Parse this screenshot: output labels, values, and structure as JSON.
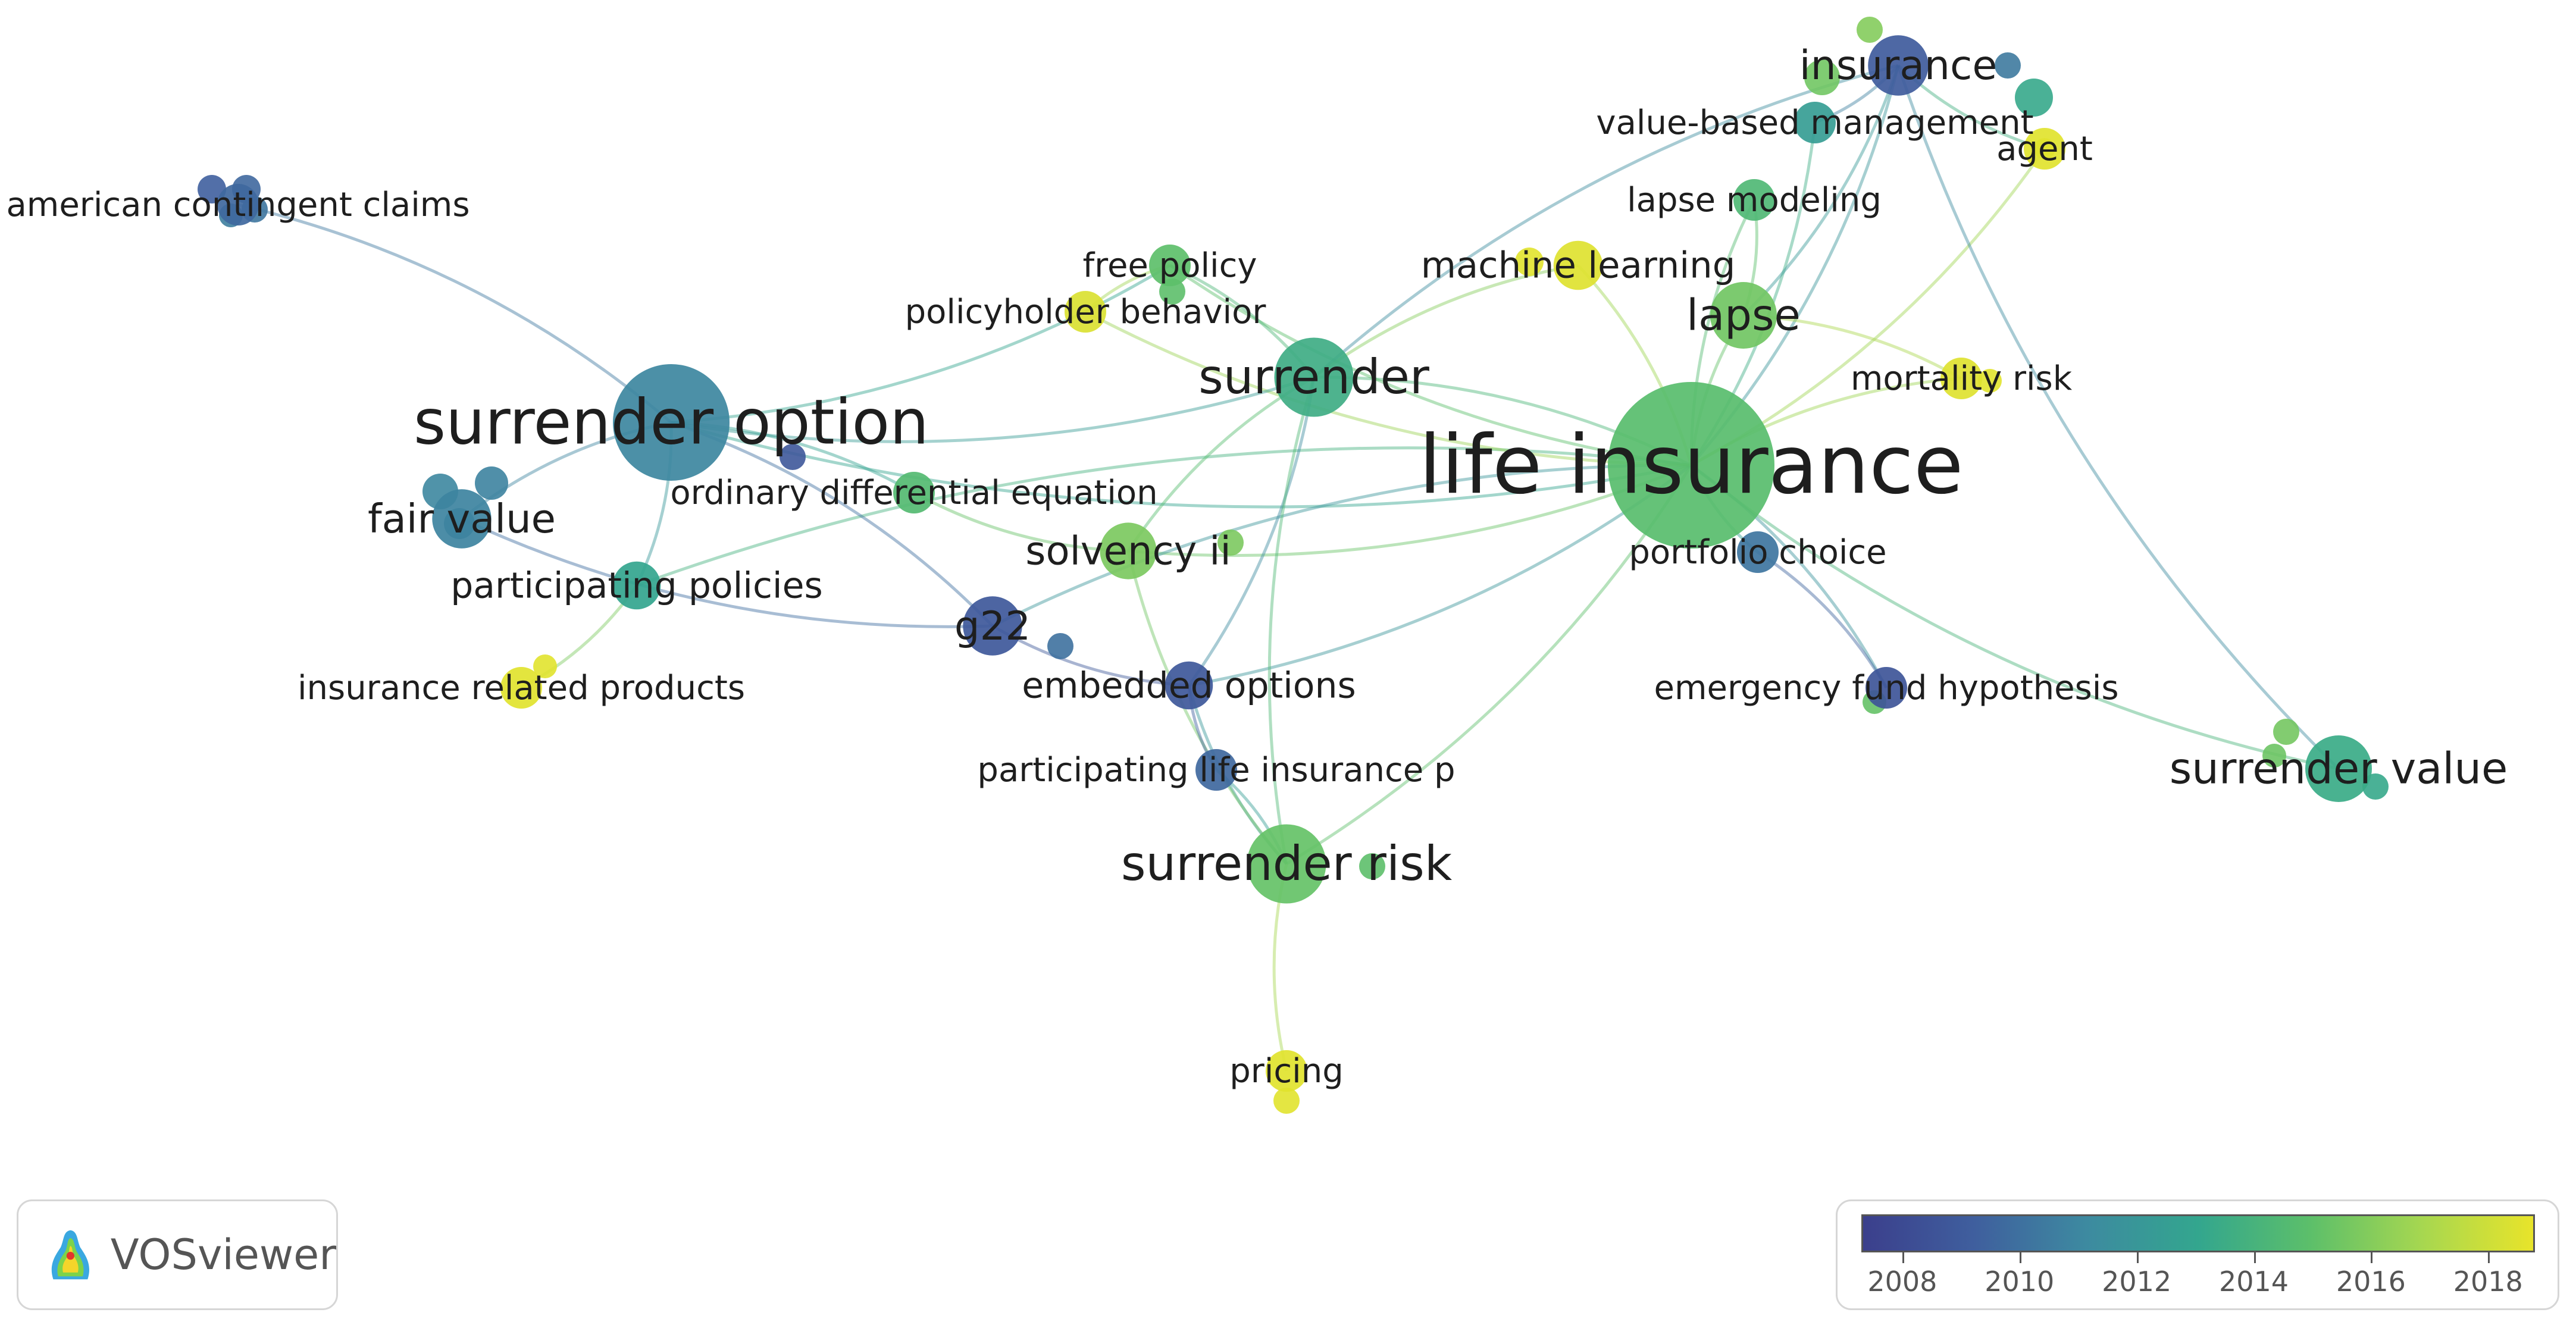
{
  "app": {
    "brand_name": "VOSviewer",
    "brand_logo_icon": "vosviewer-logo-icon"
  },
  "legend": {
    "title": "",
    "min_year": 2007.3,
    "max_year": 2018.8,
    "ticks": [
      2008,
      2010,
      2012,
      2014,
      2016,
      2018
    ],
    "colors": [
      "#3b3f8c",
      "#3f5f9e",
      "#3d8aa0",
      "#33a68e",
      "#5cbf6a",
      "#a6d750",
      "#e8e42a"
    ]
  },
  "network": {
    "nodes": [
      {
        "id": "life_insurance",
        "label": "life insurance",
        "weight": 12,
        "year": 2014.8
      },
      {
        "id": "surrender_option",
        "label": "surrender option",
        "weight": 8,
        "year": 2011.0
      },
      {
        "id": "surrender",
        "label": "surrender",
        "weight": 5,
        "year": 2013.6
      },
      {
        "id": "surrender_risk",
        "label": "surrender risk",
        "weight": 5,
        "year": 2015.2
      },
      {
        "id": "surrender_value",
        "label": "surrender value",
        "weight": 4,
        "year": 2013.4
      },
      {
        "id": "lapse",
        "label": "lapse",
        "weight": 4,
        "year": 2015.5
      },
      {
        "id": "insurance",
        "label": "insurance",
        "weight": 3.5,
        "year": 2009.0
      },
      {
        "id": "solvency_ii",
        "label": "solvency ii",
        "weight": 3.2,
        "year": 2015.8
      },
      {
        "id": "g22",
        "label": "g22",
        "weight": 3.4,
        "year": 2008.8
      },
      {
        "id": "fair_value",
        "label": "fair value",
        "weight": 3.4,
        "year": 2010.8
      },
      {
        "id": "participating_policies",
        "label": "participating policies",
        "weight": 2.5,
        "year": 2013.0
      },
      {
        "id": "embedded_options",
        "label": "embedded options",
        "weight": 2.5,
        "year": 2008.8
      },
      {
        "id": "machine_learning",
        "label": "machine learning",
        "weight": 2.6,
        "year": 2018.5
      },
      {
        "id": "policyholder_behavior",
        "label": "policyholder behavior",
        "weight": 2,
        "year": 2018.4
      },
      {
        "id": "free_policy",
        "label": "free policy",
        "weight": 2,
        "year": 2015.0
      },
      {
        "id": "value_based_management",
        "label": "value-based management",
        "weight": 2,
        "year": 2012.4
      },
      {
        "id": "lapse_modeling",
        "label": "lapse modeling",
        "weight": 2,
        "year": 2014.4
      },
      {
        "id": "agent",
        "label": "agent",
        "weight": 2,
        "year": 2018.6
      },
      {
        "id": "mortality_risk",
        "label": "mortality risk",
        "weight": 2,
        "year": 2018.5
      },
      {
        "id": "american_contingent_claims",
        "label": "american contingent claims",
        "weight": 2,
        "year": 2009.6
      },
      {
        "id": "ordinary_differential_equation",
        "label": "ordinary differential equation",
        "weight": 2,
        "year": 2014.6
      },
      {
        "id": "portfolio_choice",
        "label": "portfolio choice",
        "weight": 2,
        "year": 2010.2
      },
      {
        "id": "insurance_related_products",
        "label": "insurance related products",
        "weight": 2,
        "year": 2018.6
      },
      {
        "id": "participating_life_insurance_p",
        "label": "participating life insurance p",
        "weight": 2,
        "year": 2009.6
      },
      {
        "id": "emergency_fund_hypothesis",
        "label": "emergency fund hypothesis",
        "weight": 2,
        "year": 2008.6
      },
      {
        "id": "pricing",
        "label": "pricing",
        "weight": 2,
        "year": 2018.6
      }
    ],
    "edges": [
      [
        "life_insurance",
        "surrender_option"
      ],
      [
        "life_insurance",
        "surrender"
      ],
      [
        "life_insurance",
        "surrender_risk"
      ],
      [
        "life_insurance",
        "surrender_value"
      ],
      [
        "life_insurance",
        "lapse"
      ],
      [
        "life_insurance",
        "insurance"
      ],
      [
        "life_insurance",
        "solvency_ii"
      ],
      [
        "life_insurance",
        "g22"
      ],
      [
        "life_insurance",
        "embedded_options"
      ],
      [
        "life_insurance",
        "machine_learning"
      ],
      [
        "life_insurance",
        "free_policy"
      ],
      [
        "life_insurance",
        "value_based_management"
      ],
      [
        "life_insurance",
        "lapse_modeling"
      ],
      [
        "life_insurance",
        "agent"
      ],
      [
        "life_insurance",
        "mortality_risk"
      ],
      [
        "life_insurance",
        "portfolio_choice"
      ],
      [
        "life_insurance",
        "emergency_fund_hypothesis"
      ],
      [
        "life_insurance",
        "participating_policies"
      ],
      [
        "life_insurance",
        "policyholder_behavior"
      ],
      [
        "surrender_option",
        "fair_value"
      ],
      [
        "surrender_option",
        "participating_policies"
      ],
      [
        "surrender_option",
        "american_contingent_claims"
      ],
      [
        "surrender_option",
        "ordinary_differential_equation"
      ],
      [
        "surrender_option",
        "free_policy"
      ],
      [
        "surrender_option",
        "g22"
      ],
      [
        "surrender_option",
        "surrender"
      ],
      [
        "participating_policies",
        "insurance_related_products"
      ],
      [
        "surrender",
        "solvency_ii"
      ],
      [
        "surrender",
        "embedded_options"
      ],
      [
        "surrender",
        "surrender_risk"
      ],
      [
        "surrender",
        "insurance"
      ],
      [
        "surrender",
        "free_policy"
      ],
      [
        "surrender",
        "machine_learning"
      ],
      [
        "surrender_risk",
        "pricing"
      ],
      [
        "surrender_risk",
        "embedded_options"
      ],
      [
        "surrender_risk",
        "participating_life_insurance_p"
      ],
      [
        "surrender_risk",
        "solvency_ii"
      ],
      [
        "g22",
        "embedded_options"
      ],
      [
        "g22",
        "fair_value"
      ],
      [
        "embedded_options",
        "participating_life_insurance_p"
      ],
      [
        "insurance",
        "value_based_management"
      ],
      [
        "insurance",
        "agent"
      ],
      [
        "insurance",
        "lapse"
      ],
      [
        "lapse",
        "lapse_modeling"
      ],
      [
        "lapse",
        "mortality_risk"
      ],
      [
        "emergency_fund_hypothesis",
        "portfolio_choice"
      ],
      [
        "surrender_value",
        "insurance"
      ],
      [
        "free_policy",
        "policyholder_behavior"
      ],
      [
        "solvency_ii",
        "ordinary_differential_equation"
      ]
    ]
  }
}
